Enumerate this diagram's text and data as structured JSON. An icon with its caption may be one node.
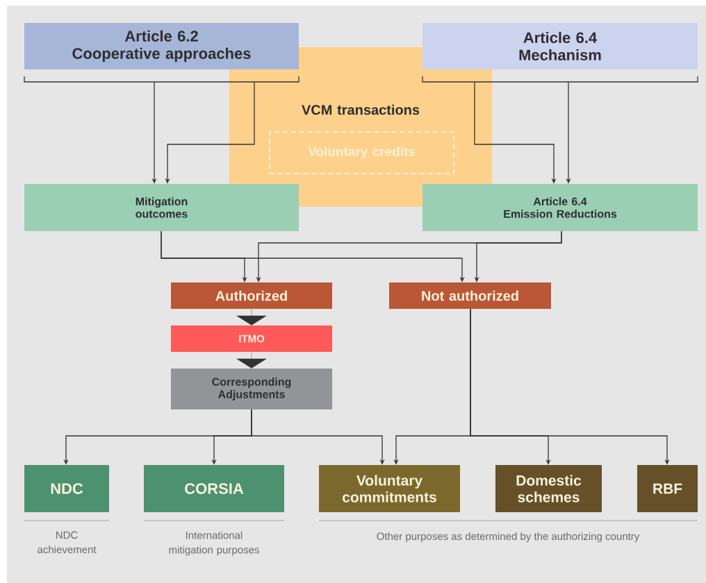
{
  "diagram": {
    "nodes": [
      {
        "text": [
          "Article 6.2",
          "Cooperative approaches"
        ]
      },
      {
        "text": [
          "Article 6.4",
          "Mechanism"
        ]
      },
      {
        "text": [
          "VCM transactions"
        ]
      },
      {
        "text": [
          "Voluntary credits"
        ],
        "in": 2
      },
      {
        "text": [
          "Mitigation outcomes"
        ]
      },
      {
        "text": [
          "Article 6.4",
          "Emission Reductions"
        ]
      },
      {
        "text": [
          "Authorized"
        ]
      },
      {
        "text": [
          "Not authorized"
        ]
      },
      {
        "text": [
          "ITMO"
        ]
      },
      {
        "text": [
          "Corresponding Adjustments"
        ]
      },
      {
        "text": [
          "NDC"
        ],
        "beside": [
          "NDC achievement"
        ]
      },
      {
        "text": [
          "CORSIA"
        ],
        "beside": [
          "International mitigation purposes"
        ]
      },
      {
        "text": [
          "Voluntary commitments"
        ]
      },
      {
        "text": [
          "Domestic schemes"
        ]
      },
      {
        "text": [
          "RBF"
        ]
      }
    ],
    "edges": [
      {
        "from": 0,
        "to": 4,
        "arrow": "to"
      },
      {
        "from": 0,
        "to": 4,
        "arrow": "to"
      },
      {
        "from": 1,
        "to": 5,
        "arrow": "to"
      },
      {
        "from": 1,
        "to": 5,
        "arrow": "to"
      },
      {
        "from": 4,
        "to": 6,
        "arrow": "to"
      },
      {
        "from": 4,
        "to": 7,
        "arrow": "to"
      },
      {
        "from": 5,
        "to": 6,
        "arrow": "to"
      },
      {
        "from": 5,
        "to": 7,
        "arrow": "to"
      },
      {
        "from": 6,
        "to": 8,
        "arrow": "to"
      },
      {
        "from": 8,
        "to": 9,
        "arrow": "to"
      },
      {
        "from": 9,
        "to": 10,
        "arrow": "to"
      },
      {
        "from": 9,
        "to": 11,
        "arrow": "to"
      },
      {
        "from": 9,
        "to": 12,
        "arrow": "to"
      },
      {
        "from": 7,
        "to": 12,
        "arrow": "to"
      },
      {
        "from": 7,
        "to": 13,
        "arrow": "to"
      },
      {
        "from": 7,
        "to": 14,
        "arrow": "to"
      }
    ],
    "labels": [
      "Other purposes as determined by the authorizing country"
    ]
  }
}
